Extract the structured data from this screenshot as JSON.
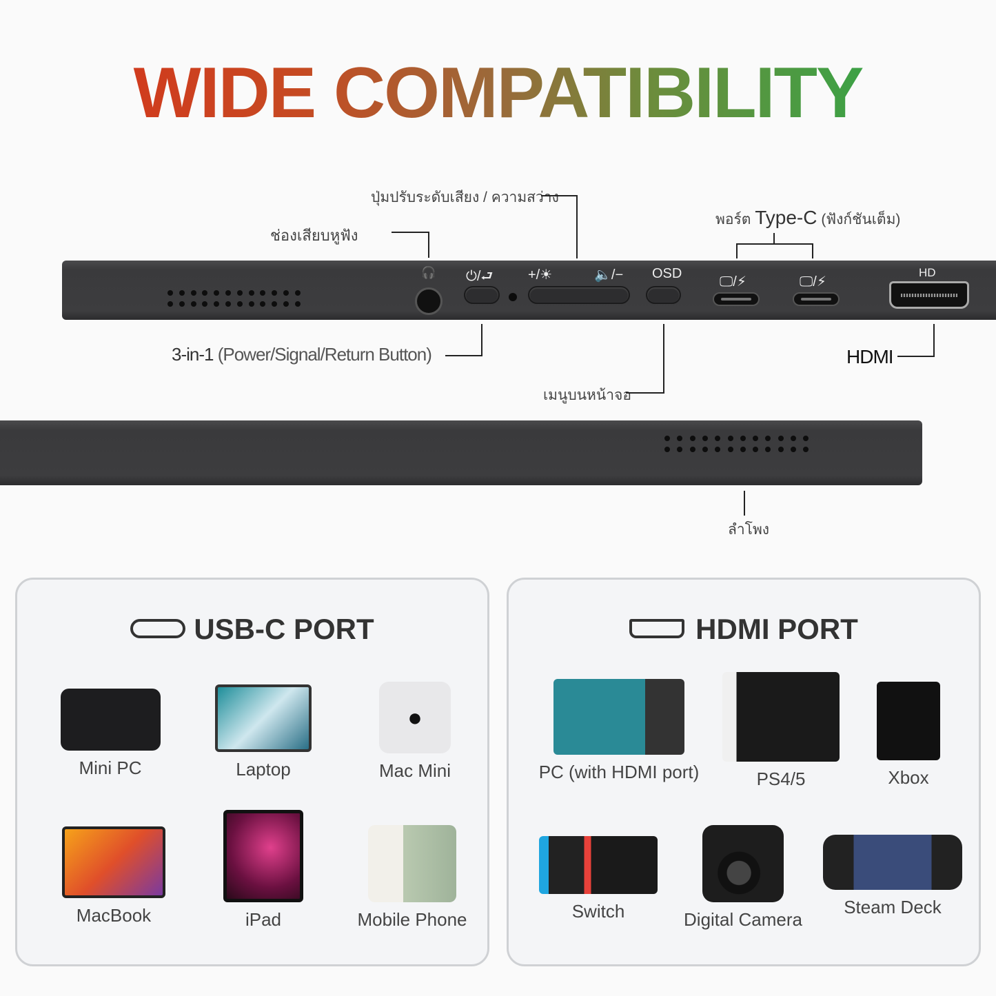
{
  "title": "WIDE COMPATIBILITY",
  "callouts": {
    "headphone": "ช่องเสียบหูฟัง",
    "volume_brightness": "ปุ่มปรับระดับเสียง / ความสว่าง",
    "typec_prefix": "พอร์ต",
    "typec_main": "Type-C",
    "typec_suffix": "(ฟังก์ชันเต็ม)",
    "power_main": "3-in-1",
    "power_sub": "(Power/Signal/Return Button)",
    "osd_menu": "เมนูบนหน้าจอ",
    "hdmi": "HDMI",
    "speaker": "ลำโพง"
  },
  "device_labels": {
    "power": "⏻/⮐",
    "plus_brightness": "+/☀",
    "volume_minus": "🔈/−",
    "osd": "OSD",
    "typec1": "🖵/⚡",
    "typec2": "🖵/⚡",
    "hd": "HD"
  },
  "usbc_panel": {
    "title": "USB-C PORT",
    "devices": [
      "Mini PC",
      "Laptop",
      "Mac Mini",
      "MacBook",
      "iPad",
      "Mobile Phone"
    ]
  },
  "hdmi_panel": {
    "title": "HDMI PORT",
    "devices": [
      "PC (with HDMI port)",
      "PS4/5",
      "Xbox",
      "Switch",
      "Digital Camera",
      "Steam Deck"
    ]
  }
}
